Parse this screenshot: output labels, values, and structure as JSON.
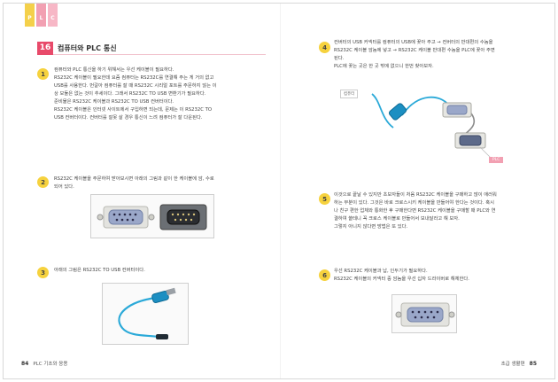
{
  "tabs": [
    "P",
    "L",
    "C"
  ],
  "section": {
    "number": "16",
    "title": "컴퓨터와 PLC 통신"
  },
  "steps": [
    {
      "num": "1",
      "lines": [
        "컴퓨터와 PLC 통신을 하기 위해서는 우선 케이블이 필요하다.",
        "RS232C 케이블이 필요한데 요즘 컴퓨터는 RS232C를 연결해 주는 게 거의 없고",
        "USB를 사용한다. 번갈아 컴퓨터를 잘 때 RS232C 시리얼 포트를 주문하지 않는 이",
        "상 모듈은 없는 것이 추세이다. 그래서 RS232C TO USB 변환기가 필요하다.",
        "준비물은 RS232C 케이블과 RS232C TO USB 컨버터이다.",
        "RS232C 케이블은 인터넷 사이트에서 구입하면 되는데, 문제는 이 RS232C TO",
        "USB 컨버터이다. 컨버터를 잘못 살 경우 통신이 느려 컴퓨터가 잘 다운된다."
      ]
    },
    {
      "num": "2",
      "lines": [
        "RS232C 케이블을 주문하여 받아보시면 아래의 그림과 같이 한 케이블에 암, 수로",
        "되어 있다."
      ]
    },
    {
      "num": "3",
      "lines": [
        "아래의 그림은 RS232C TO USB 컨버터이다."
      ]
    },
    {
      "num": "4",
      "lines": [
        "컨버터의 USB 커넥터를 컴퓨터의 USB에 꽂아 주고 → 컨버터의 반대편의 수놈을",
        "RS232C 케이블 암놈에 넣고 → RS232C 케이블 반대편 수놈을 PLC에 꽂아 주면",
        "된다.",
        "PLC에 꽂는 곳은 한 곳 밖에 없으니 한번 찾아보자."
      ]
    },
    {
      "num": "5",
      "lines": [
        "이것으로 끝날 수 있지만 초보자들이 처음 RS232C 케이블을 구매하고 많이 애러워",
        "하는 부분이 있다. 그것은 바로 크로스시키 케이블을 만들어야 한다는 것이다. 혹시",
        "나 친구 편한 업체와 통화한 후 구매한다면 RS232C 케이블을 구매할 때 PLC와 연",
        "결하여 쓸테니 꼭 크로스 케이블로 만들어서 보내달라고 해 보자.",
        "그렇지 아니지 않다면 방법은 또 있다."
      ]
    },
    {
      "num": "6",
      "lines": [
        "우선 RS232C 케이블과 납, 인두기가 필요하다.",
        "RS232C 케이블의 커넥터 중 암놈을 우선 십자 드라이버로 해체한다."
      ]
    }
  ],
  "diagram_labels": {
    "computer": "컴퓨터",
    "plc": "PLC"
  },
  "footer_left": {
    "page": "84",
    "title": "PLC 기초와 응용"
  },
  "footer_right": {
    "title": "초급 생활편",
    "page": "85"
  },
  "colors": {
    "accent": "#e84a6a",
    "step": "#f6d23e",
    "cable": "#2aa9d8"
  }
}
